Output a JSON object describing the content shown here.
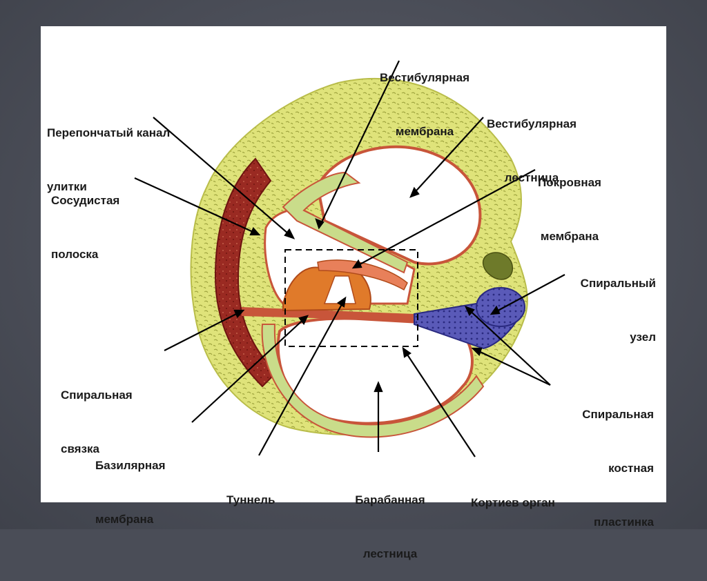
{
  "colors": {
    "background": "#4a4d57",
    "panel": "#ffffff",
    "bone": "#dfe37a",
    "membrane_edge": "#c8553a",
    "ligament": "#8b1c1c",
    "nerve": "#4a4aa8",
    "organ": "#e07a2a",
    "line": "#000000"
  },
  "labels": {
    "vestibular_membrane": [
      "Вестибулярная",
      "мембрана"
    ],
    "vestibular_scala": [
      "Вестибулярная",
      "лестница"
    ],
    "membranous_canal": [
      "Перепончатый канал",
      "улитки"
    ],
    "stria_vascularis": [
      "Сосудистая",
      "полоска"
    ],
    "tectorial_membrane": [
      "Покровная",
      "мембрана"
    ],
    "spiral_ganglion": [
      "Спиральный",
      "узел"
    ],
    "spiral_ligament": [
      "Спиральная",
      "связка"
    ],
    "spiral_lamina": [
      "Спиральная",
      "костная",
      "пластинка"
    ],
    "basilar_membrane": [
      "Базилярная",
      "мембрана"
    ],
    "tunnel": [
      "Туннель"
    ],
    "scala_tympani": [
      "Барабанная",
      "лестница"
    ],
    "organ_of_corti": [
      "Кортиев орган"
    ]
  }
}
